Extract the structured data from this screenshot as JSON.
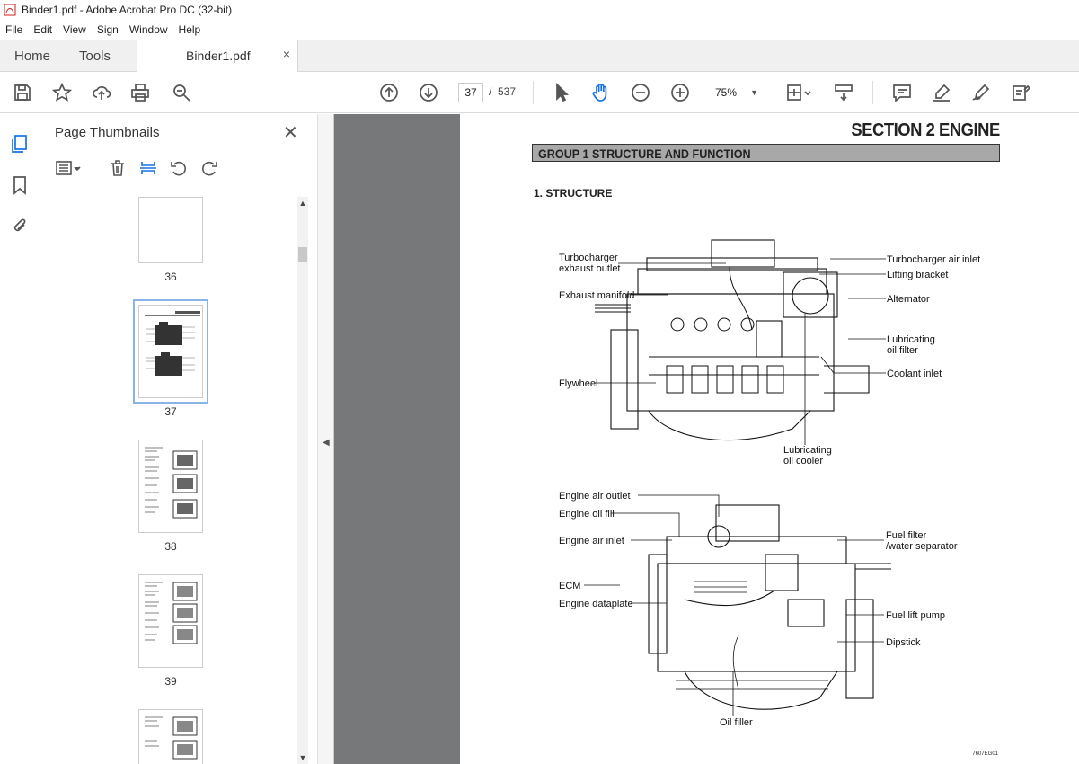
{
  "window": {
    "title": "Binder1.pdf - Adobe Acrobat Pro DC (32-bit)"
  },
  "menu": [
    "File",
    "Edit",
    "View",
    "Sign",
    "Window",
    "Help"
  ],
  "tabs": {
    "home": "Home",
    "tools": "Tools",
    "document": "Binder1.pdf",
    "close_glyph": "×"
  },
  "toolbar": {
    "current_page": "37",
    "page_separator": "/",
    "total_pages": "537",
    "zoom": "75%",
    "icons": [
      "save-icon",
      "star-icon",
      "upload-icon",
      "print-icon",
      "zoom-search-icon",
      "page-up-icon",
      "page-down-icon",
      "select-cursor-icon",
      "hand-icon",
      "zoom-out-icon",
      "zoom-in-icon",
      "fit-page-icon",
      "scroll-mode-icon",
      "comment-icon",
      "highlight-icon",
      "sign-icon",
      "fill-sign-icon"
    ]
  },
  "left_rail": {
    "icons": [
      "pages-icon",
      "bookmark-icon",
      "attachment-icon"
    ]
  },
  "thumbnail_panel": {
    "title": "Page Thumbnails",
    "close_glyph": "✕",
    "thumbnails": [
      {
        "label": "36",
        "selected": false
      },
      {
        "label": "37",
        "selected": true
      },
      {
        "label": "38",
        "selected": false
      },
      {
        "label": "39",
        "selected": false
      }
    ]
  },
  "document_page": {
    "section_title": "SECTION 2 ENGINE",
    "group_title": "GROUP 1  STRUCTURE AND FUNCTION",
    "subsection": "1. STRUCTURE",
    "figure_code": "7607EG01",
    "top_view_labels": {
      "turbocharger_exhaust_outlet": "Turbocharger\nexhaust outlet",
      "exhaust_manifold": "Exhaust manifold",
      "flywheel": "Flywheel",
      "turbocharger_air_inlet": "Turbocharger air inlet",
      "lifting_bracket": "Lifting bracket",
      "alternator": "Alternator",
      "lubricating_oil_filter": "Lubricating\noil filter",
      "coolant_inlet": "Coolant inlet",
      "lubricating_oil_cooler": "Lubricating\noil cooler"
    },
    "bottom_view_labels": {
      "engine_air_outlet": "Engine air outlet",
      "engine_oil_fill": "Engine oil fill",
      "engine_air_inlet": "Engine air inlet",
      "ecm": "ECM",
      "engine_dataplate": "Engine dataplate",
      "fuel_filter": "Fuel filter\n/water separator",
      "fuel_lift_pump": "Fuel lift pump",
      "dipstick": "Dipstick",
      "oil_filler": "Oil filler"
    }
  }
}
